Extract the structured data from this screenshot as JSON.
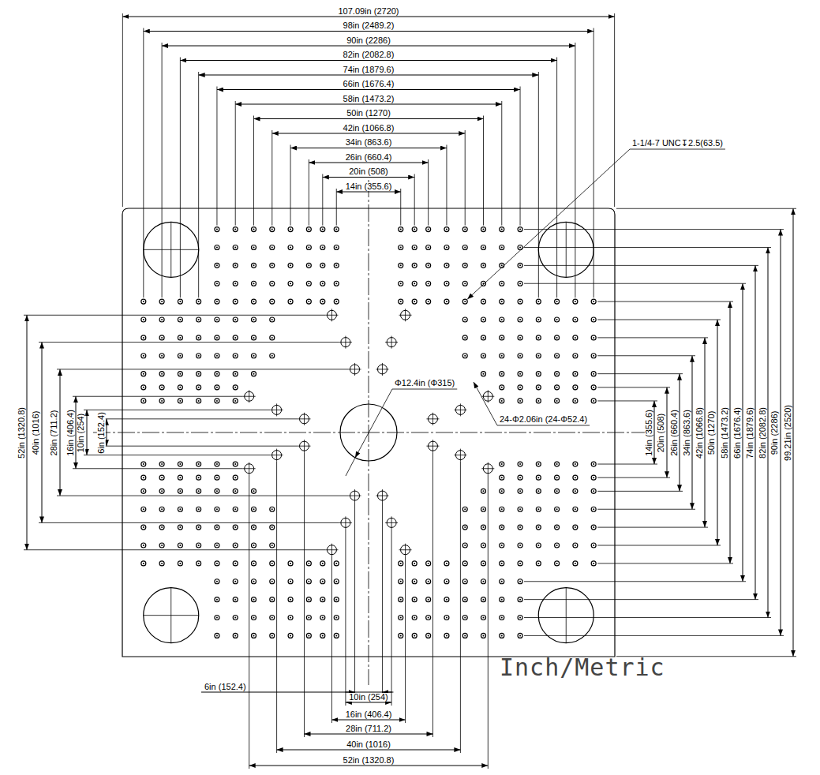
{
  "diagram": {
    "labels": [
      "107.09in (2720)",
      "98in (2489.2)",
      "90in (2286)",
      "82in (2082.8)",
      "74in (1879.6)",
      "66in (1676.4)",
      "58in (1473.2)",
      "50in (1270)",
      "42in (1066.8)",
      "34in (863.6)",
      "26in (660.4)",
      "20in (508)",
      "14in (355.6)",
      "1-1/4-7 UNC↧2.5(63.5)",
      "Φ12.4in (Φ315)",
      "24-Φ2.06in (24-Φ52.4)",
      "14in (355.6)",
      "20in (508)",
      "26in (660.4)",
      "34in (863.6)",
      "42in (1066.8)",
      "50in (1270)",
      "58in (1473.2)",
      "66in (1676.4)",
      "74in (1879.6)",
      "82in (2082.8)",
      "90in (2286)",
      "99.21in (2520)",
      "52in (1320.8)",
      "40in (1016)",
      "28in (711.2)",
      "16in (406.4)",
      "10in (254)",
      "6in (152.4)",
      "6in (152.4)",
      "10in (254)",
      "16in (406.4)",
      "28in (711.2)",
      "40in (1016)",
      "52in (1320.8)",
      "Inch/Metric"
    ]
  }
}
